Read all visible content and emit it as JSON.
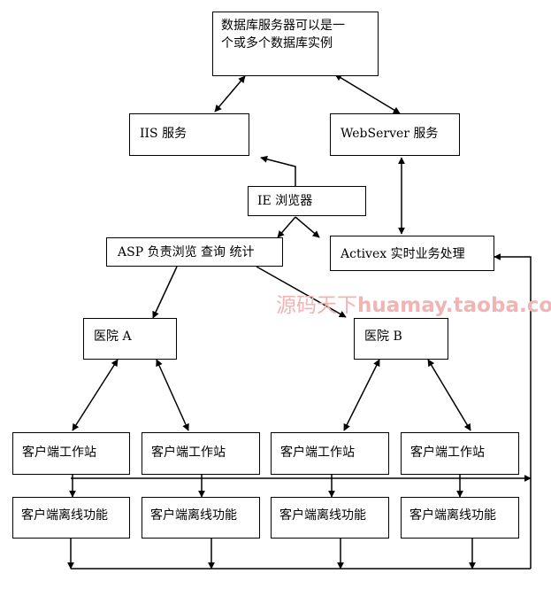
{
  "diagram": {
    "nodes": {
      "db_server": {
        "line1": "数据库服务器可以是一",
        "line2": "个或多个数据库实例"
      },
      "iis": "IIS 服务",
      "webserver": "WebServer 服务",
      "ie": "IE 浏览器",
      "asp": "ASP 负责浏览  查询  统计",
      "activex": "Activex  实时业务处理",
      "hospital_a": "医院  A",
      "hospital_b": "医院  B",
      "workstation": "客户端工作站",
      "offline": "客户端离线功能"
    },
    "workstation_count": 4,
    "offline_count": 4
  },
  "watermark": {
    "chinese": "源码天下",
    "latin": "huamay.taoba.co"
  },
  "colors": {
    "line": "#000000",
    "watermark": "#f0b4b4",
    "background": "#ffffff"
  }
}
